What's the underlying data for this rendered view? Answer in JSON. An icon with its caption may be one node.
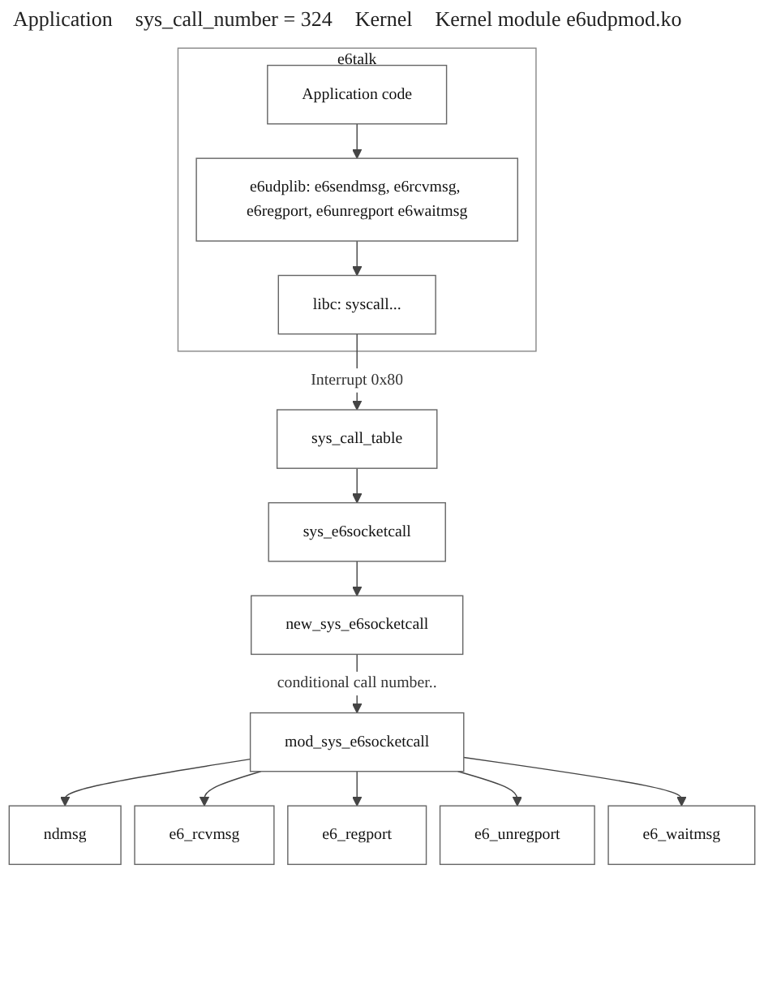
{
  "diagram": {
    "nodes": [
      {
        "text": [
          "e6talk"
        ]
      },
      {
        "text": [
          "Application code"
        ],
        "in": 0
      },
      {
        "text": [
          "e6udplib: e6sendmsg, e6rcvmsg, e6regport, e6unregport e6waitmsg"
        ],
        "in": 0
      },
      {
        "text": [
          "libc: syscall..."
        ],
        "in": 0
      },
      {
        "text": [
          "sys_call_table"
        ]
      },
      {
        "text": [
          "sys_e6socketcall"
        ]
      },
      {
        "text": [
          "new_sys_e6socketcall"
        ]
      },
      {
        "text": [
          "mod_sys_e6socketcall"
        ]
      },
      {
        "text": [
          "ndmsg"
        ]
      },
      {
        "text": [
          "e6_rcvmsg"
        ]
      },
      {
        "text": [
          "e6_regport"
        ]
      },
      {
        "text": [
          "e6_unregport"
        ]
      },
      {
        "text": [
          "e6_waitmsg"
        ]
      }
    ],
    "edges": [
      {
        "from": 1,
        "to": 2,
        "arrow": "to"
      },
      {
        "from": 2,
        "to": 3,
        "arrow": "to"
      },
      {
        "from": 3,
        "to": 4,
        "arrow": "to",
        "label": "Interrupt 0x80"
      },
      {
        "from": 4,
        "to": 5,
        "arrow": "to"
      },
      {
        "from": 5,
        "to": 6,
        "arrow": "to"
      },
      {
        "from": 6,
        "to": 7,
        "arrow": "to",
        "label": "conditional call number.."
      },
      {
        "from": 7,
        "to": 8,
        "arrow": "to"
      },
      {
        "from": 7,
        "to": 9,
        "arrow": "to"
      },
      {
        "from": 7,
        "to": 10,
        "arrow": "to"
      },
      {
        "from": 7,
        "to": 11,
        "arrow": "to"
      },
      {
        "from": 7,
        "to": 12,
        "arrow": "to"
      }
    ],
    "labels": [
      "Application",
      "sys_call_number = 324",
      "Kernel",
      "Kernel module e6udpmod.ko"
    ]
  }
}
